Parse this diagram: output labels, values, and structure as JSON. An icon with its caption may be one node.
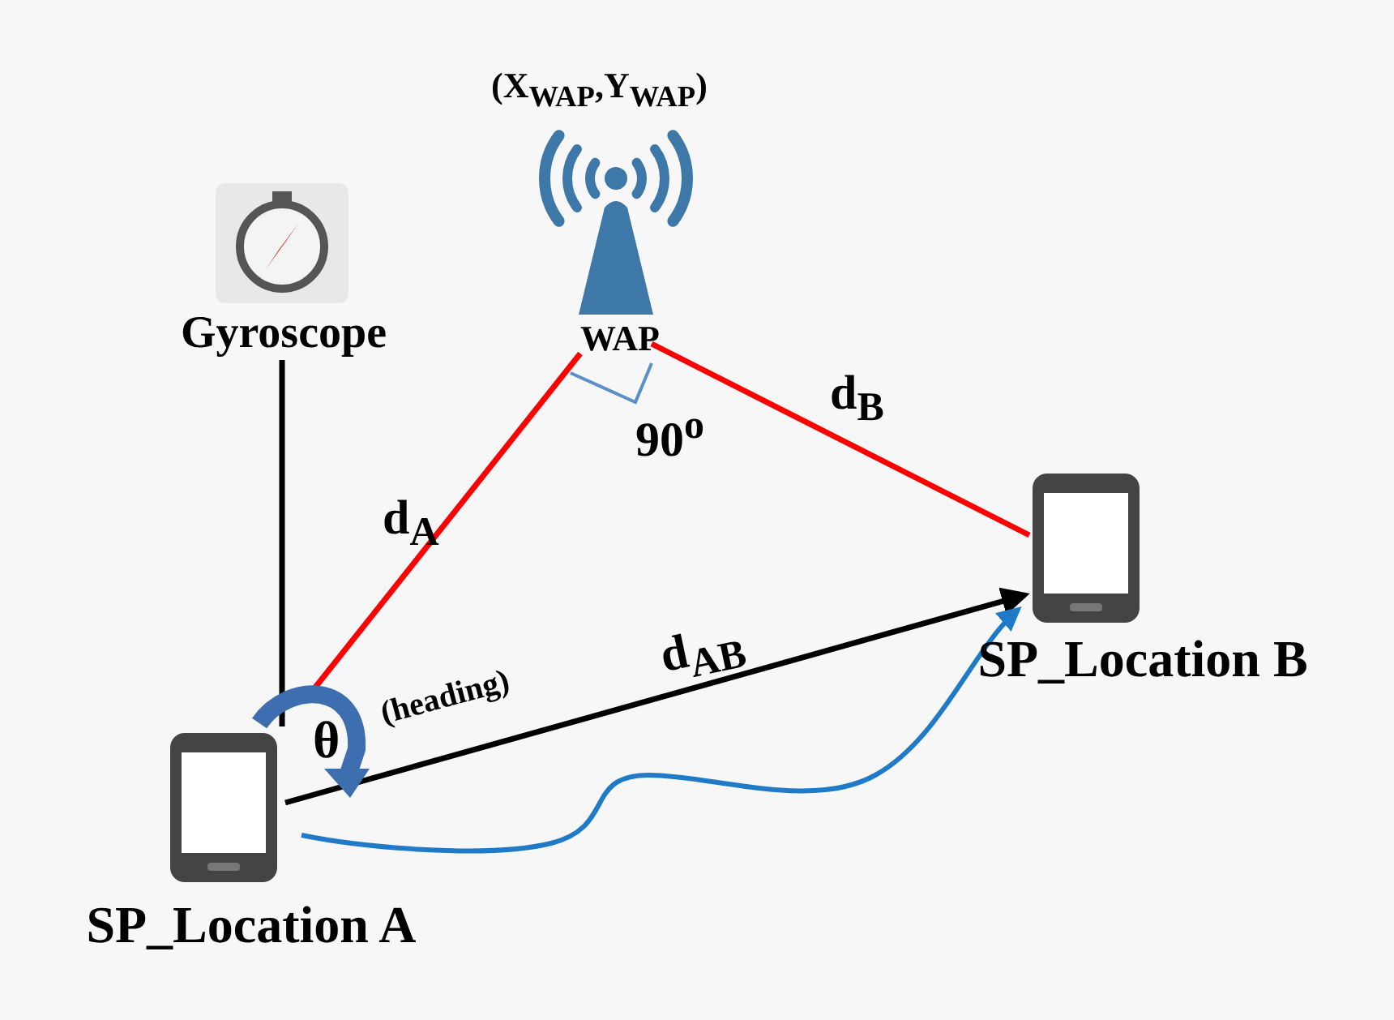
{
  "diagram": {
    "nodes": [
      {
        "text": [
          "Gyroscope"
        ]
      },
      {
        "text": [
          "WAP"
        ],
        "beside": [
          "(X$_{WAP}$,Y$_{WAP}$)"
        ]
      },
      {
        "text": [
          "SP_Location A"
        ]
      },
      {
        "text": [
          "SP_Location B"
        ]
      }
    ],
    "edges": [
      {
        "from": 0,
        "to": 2,
        "arrow": "none"
      },
      {
        "from": 1,
        "to": 2,
        "arrow": "none",
        "label": "d$_{A}$",
        "color": "#ff0000"
      },
      {
        "from": 1,
        "to": 3,
        "arrow": "none",
        "label": "d$_{B}$",
        "color": "#ff0000"
      },
      {
        "from": 2,
        "to": 3,
        "arrow": "to",
        "label": "d$_{AB}$"
      },
      {
        "from": 2,
        "to": 3,
        "arrow": "to",
        "color": "#1f7ac8"
      }
    ],
    "labels": [
      "90$^{o}$",
      "θ",
      "(heading)"
    ]
  }
}
